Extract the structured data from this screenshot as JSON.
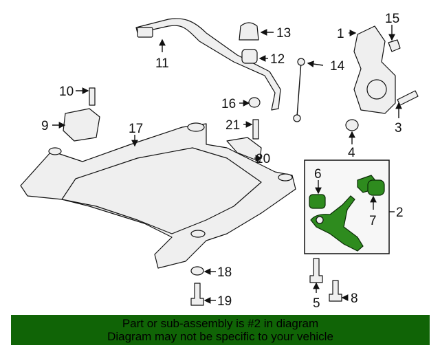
{
  "callouts": {
    "c1": "1",
    "c2": "2",
    "c3": "3",
    "c4": "4",
    "c5": "5",
    "c6": "6",
    "c7": "7",
    "c8": "8",
    "c9": "9",
    "c10": "10",
    "c11": "11",
    "c12": "12",
    "c13": "13",
    "c14": "14",
    "c15": "15",
    "c16": "16",
    "c17": "17",
    "c18": "18",
    "c19": "19",
    "c20": "20",
    "c21": "21"
  },
  "banner": {
    "line1": "Part or sub-assembly is #2 in diagram",
    "line2": "Diagram may not be specific to your vehicle"
  },
  "colors": {
    "highlight": "#2e8b1e",
    "banner": "#106406"
  }
}
